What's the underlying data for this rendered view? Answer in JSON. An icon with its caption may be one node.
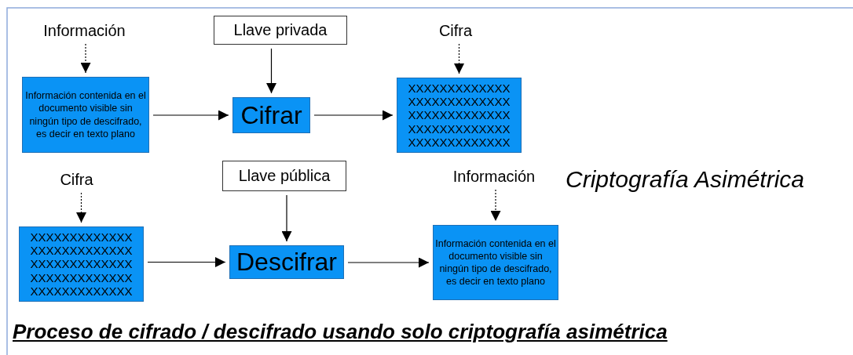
{
  "diagram": {
    "caption": "Proceso de cifrado / descifrado usando solo criptografía asimétrica",
    "nodes": [
      {
        "text": [
          "Información"
        ]
      },
      {
        "text": [
          "Llave privada"
        ]
      },
      {
        "text": [
          "Cifra"
        ]
      },
      {
        "text": [
          "Información contenida en el documento visible sin ningún tipo de descifrado, es decir en texto plano"
        ]
      },
      {
        "text": [
          "Cifrar"
        ]
      },
      {
        "text": [
          "XXXXXXXXXXXXX XXXXXXXXXXXXX XXXXXXXXXXXXX XXXXXXXXXXXXX XXXXXXXXXXXXX"
        ]
      },
      {
        "text": [
          "Cifra"
        ]
      },
      {
        "text": [
          "Llave pública"
        ]
      },
      {
        "text": [
          "Información"
        ]
      },
      {
        "text": [
          "XXXXXXXXXXXXX XXXXXXXXXXXXX XXXXXXXXXXXXX XXXXXXXXXXXXX XXXXXXXXXXXXX"
        ]
      },
      {
        "text": [
          "Descifrar"
        ]
      },
      {
        "text": [
          "Información contenida en el documento visible sin ningún tipo de descifrado, es decir en texto plano"
        ]
      }
    ],
    "edges": [
      {
        "from": 0,
        "to": 3,
        "arrow": "to",
        "style": "dashed"
      },
      {
        "from": 1,
        "to": 4,
        "arrow": "to"
      },
      {
        "from": 2,
        "to": 5,
        "arrow": "to",
        "style": "dashed"
      },
      {
        "from": 3,
        "to": 4,
        "arrow": "to"
      },
      {
        "from": 4,
        "to": 5,
        "arrow": "to"
      },
      {
        "from": 6,
        "to": 9,
        "arrow": "to",
        "style": "dashed"
      },
      {
        "from": 7,
        "to": 10,
        "arrow": "to"
      },
      {
        "from": 8,
        "to": 11,
        "arrow": "to",
        "style": "dashed"
      },
      {
        "from": 9,
        "to": 10,
        "arrow": "to"
      },
      {
        "from": 10,
        "to": 11,
        "arrow": "to"
      }
    ],
    "labels": [
      "Criptografía Asimétrica"
    ]
  }
}
